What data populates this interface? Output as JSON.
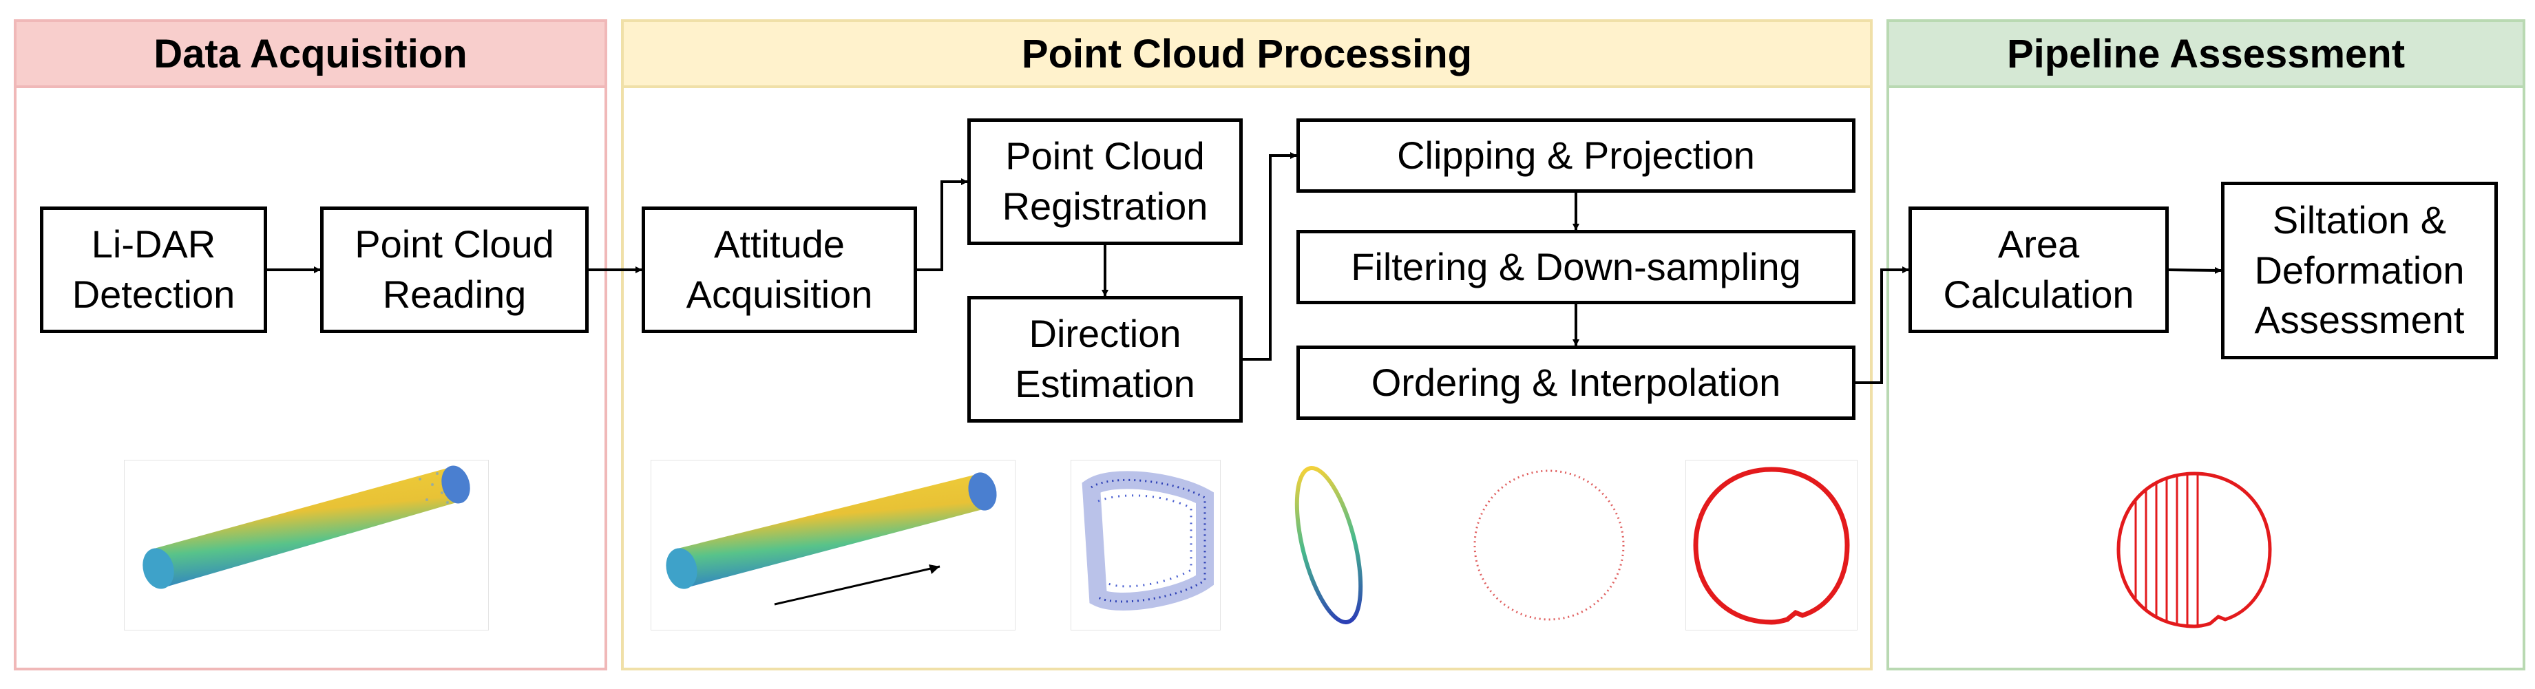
{
  "panels": {
    "acquisition": "Data Acquisition",
    "processing": "Point Cloud Processing",
    "assessment": "Pipeline Assessment"
  },
  "steps": {
    "lidar": "Li-DAR\nDetection",
    "reading": "Point Cloud\nReading",
    "attitude": "Attitude\nAcquisition",
    "registration": "Point Cloud\nRegistration",
    "direction": "Direction\nEstimation",
    "clipping": "Clipping & Projection",
    "filtering": "Filtering & Down-sampling",
    "ordering": "Ordering & Interpolation",
    "area": "Area\nCalculation",
    "siltation": "Siltation &\nDeformation\nAssessment"
  },
  "colors": {
    "acquisition_header": "#f8cecc",
    "processing_header": "#fff2cc",
    "assessment_header": "#d5e8d4",
    "contour_red": "#e31a1c"
  },
  "figures": [
    "pipe-point-cloud",
    "pipe-point-cloud-with-direction",
    "clipped-ring-segment",
    "projected-ellipse",
    "filtered-dotted-circle",
    "interpolated-contour",
    "area-hatched-contour"
  ]
}
